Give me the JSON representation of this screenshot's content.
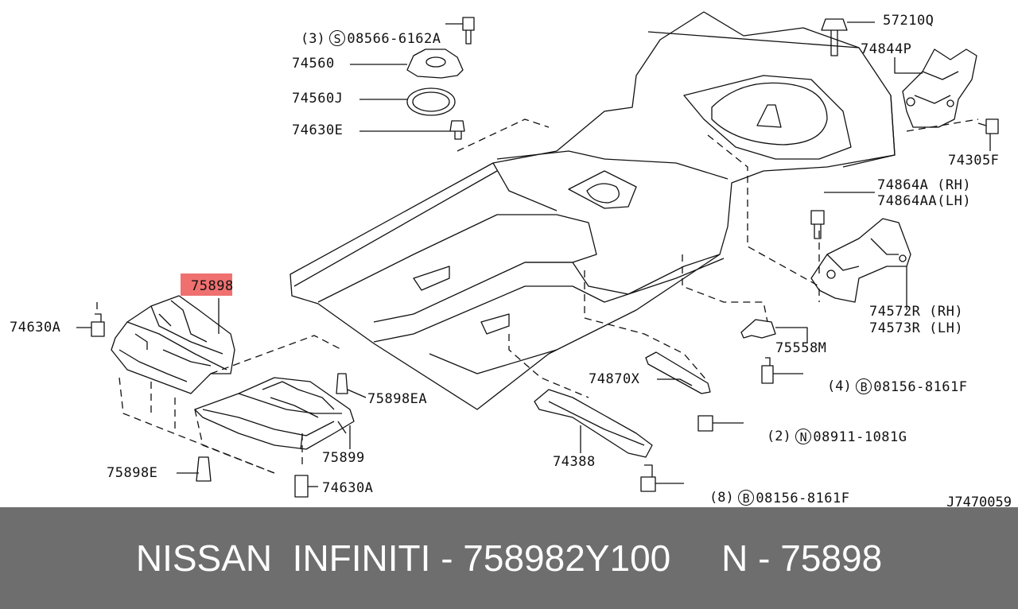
{
  "colors": {
    "footer_bg": "#6e6e6e",
    "highlight": "#f07070",
    "line": "#111111"
  },
  "labels": {
    "p08566": "08566-6162A",
    "q08566": "(3)",
    "p74560": "74560",
    "p74560j": "74560J",
    "p74630e": "74630E",
    "p57210q": "57210Q",
    "p74844p": "74844P",
    "p74305f": "74305F",
    "p74864a": "74864A (RH)",
    "p74864aa": "74864AA(LH)",
    "p74572r": "74572R (RH)",
    "p74573r": "74573R (LH)",
    "p75558m": "75558M",
    "p08156a": "08156-8161F",
    "q08156a": "(4)",
    "p74870x": "74870X",
    "p08911": "08911-1081G",
    "q08911": "(2)",
    "p74388": "74388",
    "p08156b": "08156-8161F",
    "q08156b": "(8)",
    "p75898": "75898",
    "p74630a_left": "74630A",
    "p75898ea": "75898EA",
    "p75899": "75899",
    "p75898e": "75898E",
    "p74630a_bottom": "74630A"
  },
  "symbols": {
    "s": "S",
    "b": "B",
    "n": "N"
  },
  "diagram_code": "J7470059",
  "footer": {
    "text": "NISSAN  INFINITI - 758982Y100     N - 75898"
  }
}
